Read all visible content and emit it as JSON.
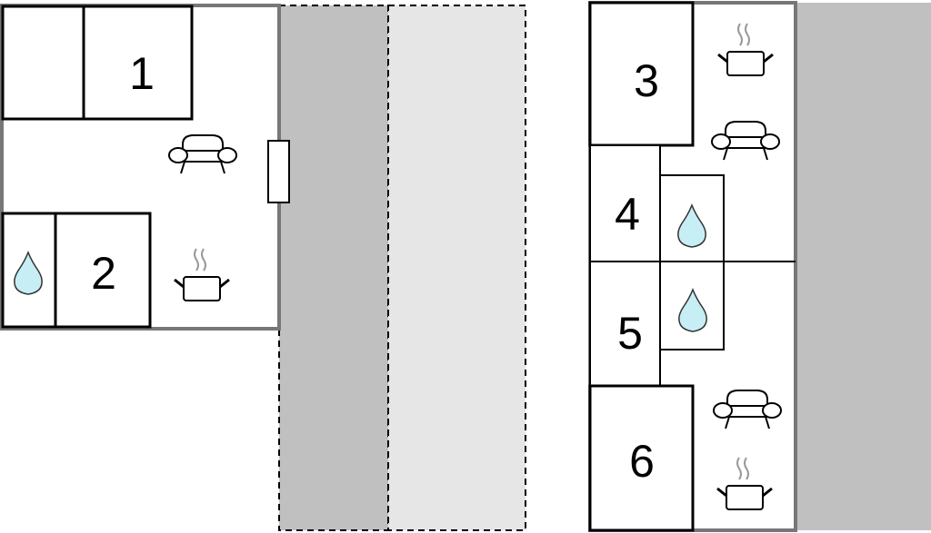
{
  "rooms": [
    {
      "label": "1"
    },
    {
      "label": "2"
    },
    {
      "label": "3"
    },
    {
      "label": "4"
    },
    {
      "label": "5"
    },
    {
      "label": "6"
    }
  ],
  "colors": {
    "terrace_dark": "#c0c0c0",
    "terrace_light": "#e6e6e6",
    "wall": "#777777",
    "water": "#c7eef5"
  },
  "icons": {
    "bathroom": "water-drop-icon",
    "living": "sofa-icon",
    "kitchen": "cooking-pot-icon",
    "door": "door-icon"
  }
}
